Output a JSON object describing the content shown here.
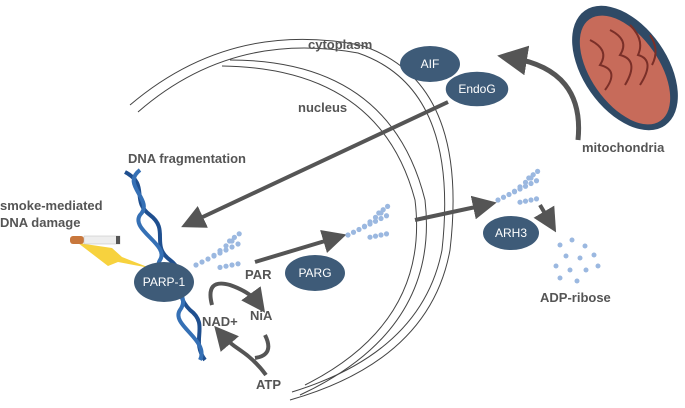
{
  "colors": {
    "node": "#3e5b78",
    "text": "#555555",
    "arrow": "#555555",
    "dna": "#1f4f8f",
    "par": "#9bb8e0",
    "bolt": "#f7d23e"
  },
  "labels": {
    "cytoplasm": "cytoplasm",
    "nucleus": "nucleus",
    "mitochondria": "mitochondria",
    "dna_fragmentation": "DNA fragmentation",
    "smoke_line1": "smoke-mediated",
    "smoke_line2": "DNA damage",
    "par": "PAR",
    "nad": "NAD+",
    "nia": "NiA",
    "atp": "ATP",
    "adp_ribose": "ADP-ribose"
  },
  "nodes": {
    "aif": "AIF",
    "endog": "EndoG",
    "parp1": "PARP-1",
    "parg": "PARG",
    "arh3": "ARH3"
  }
}
